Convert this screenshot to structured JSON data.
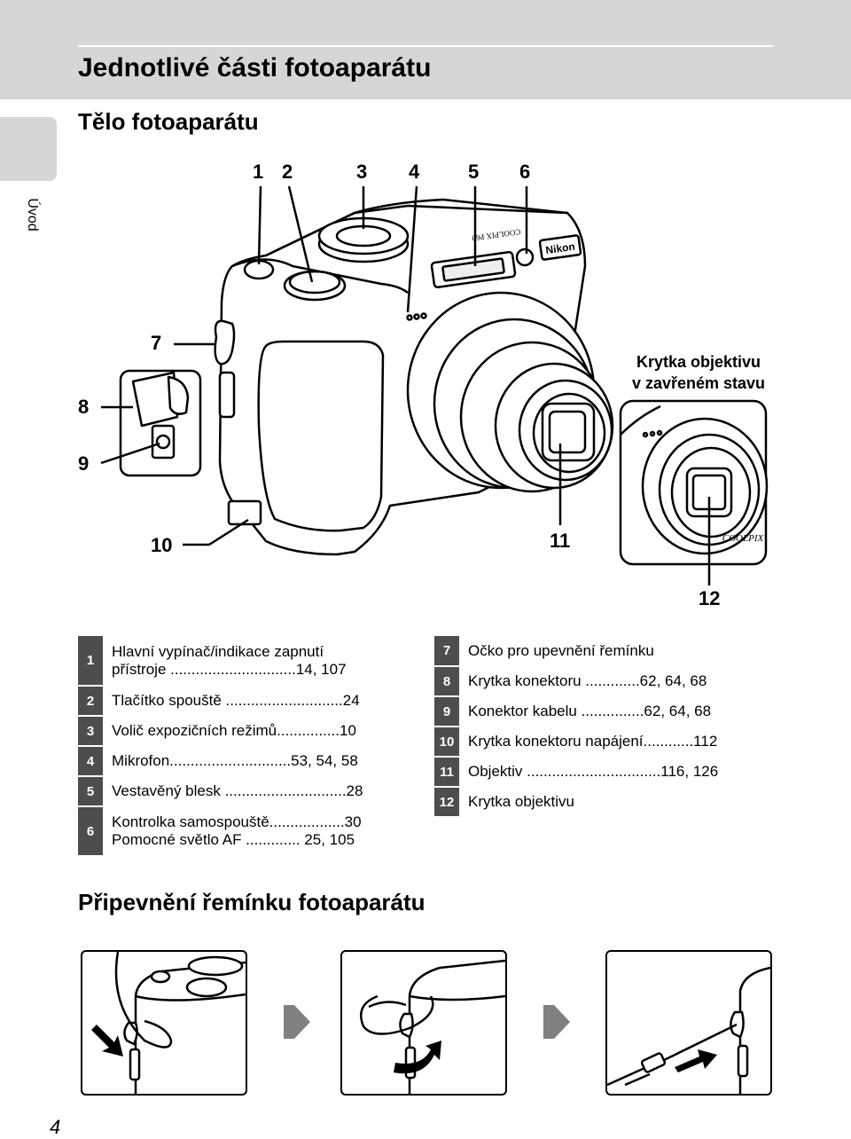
{
  "page_title": "Jednotlivé části fotoaparátu",
  "side_tab_label": "Úvod",
  "section_body_title": "Tělo fotoaparátu",
  "closed_label": [
    "Krytka objektivu",
    "v zavřeném stavu"
  ],
  "callouts": [
    "1",
    "2",
    "3",
    "4",
    "5",
    "6",
    "7",
    "8",
    "9",
    "10",
    "11",
    "12"
  ],
  "legend_left": [
    {
      "num": "1",
      "lines": [
        "Hlavní vypínač/indikace zapnutí",
        "přístroje ..............................14, 107"
      ]
    },
    {
      "num": "2",
      "lines": [
        "Tlačítko spouště ............................24"
      ]
    },
    {
      "num": "3",
      "lines": [
        "Volič expozičních režimů...............10"
      ]
    },
    {
      "num": "4",
      "lines": [
        "Mikrofon.............................53, 54, 58"
      ]
    },
    {
      "num": "5",
      "lines": [
        "Vestavěný blesk .............................28"
      ]
    },
    {
      "num": "6",
      "lines": [
        "Kontrolka samospouště..................30",
        "Pomocné světlo AF ............. 25, 105"
      ]
    }
  ],
  "legend_right": [
    {
      "num": "7",
      "lines": [
        "Očko pro upevnění řemínku"
      ]
    },
    {
      "num": "8",
      "lines": [
        "Krytka konektoru .............62, 64, 68"
      ]
    },
    {
      "num": "9",
      "lines": [
        "Konektor kabelu ...............62, 64, 68"
      ]
    },
    {
      "num": "10",
      "lines": [
        "Krytka konektoru napájení............112"
      ]
    },
    {
      "num": "11",
      "lines": [
        "Objektiv ................................116, 126"
      ]
    },
    {
      "num": "12",
      "lines": [
        "Krytka objektivu"
      ]
    }
  ],
  "section_strap_title": "Připevnění řemínku fotoaparátu",
  "page_number": "4",
  "camera_brand": "Nikon",
  "camera_model": "COOLPIX P60",
  "lens_brand": "COOLPIX"
}
